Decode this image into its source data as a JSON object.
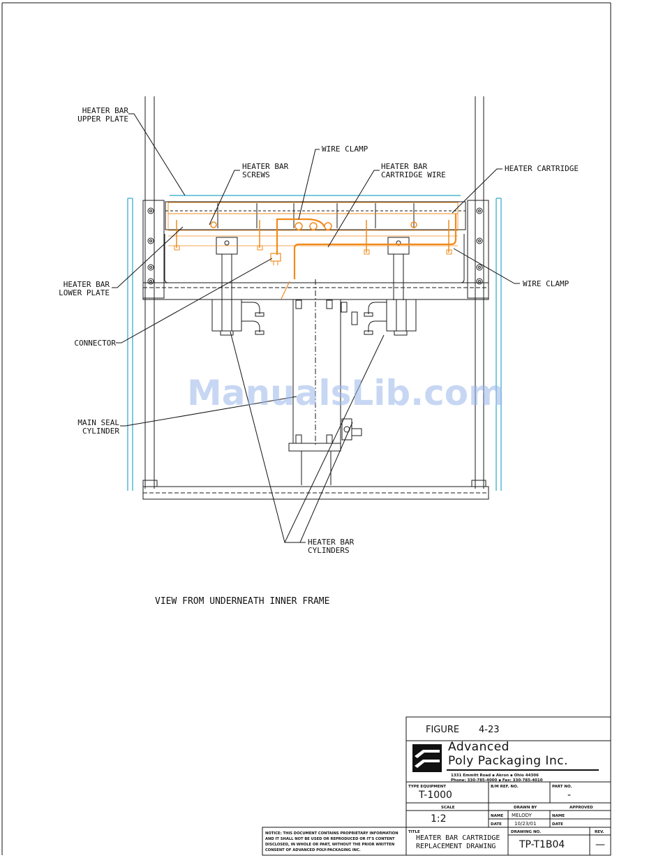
{
  "labels": {
    "upper_plate": [
      "HEATER BAR",
      "UPPER PLATE"
    ],
    "screws": [
      "HEATER BAR",
      "SCREWS"
    ],
    "wire_clamp_top": "WIRE CLAMP",
    "cartridge_wire": [
      "HEATER BAR",
      "CARTRIDGE WIRE"
    ],
    "heater_cartridge": "HEATER CARTRIDGE",
    "lower_plate": [
      "HEATER BAR",
      "LOWER PLATE"
    ],
    "wire_clamp_right": "WIRE CLAMP",
    "connector": "CONNECTOR",
    "main_seal": [
      "MAIN SEAL",
      "CYLINDER"
    ],
    "bar_cylinders": [
      "HEATER BAR",
      "CYLINDERS"
    ],
    "view": "VIEW FROM UNDERNEATH INNER FRAME"
  },
  "watermark": "ManualsLib.com",
  "title_block": {
    "figure_label": "FIGURE",
    "figure_number": "4-23",
    "company_line1": "Advanced",
    "company_line2": "Poly Packaging Inc.",
    "address": "1331 Emmitt Road  ▪  Akron  ▪  Ohio 44306",
    "phone": "Phone: 330-785-4000  ▪  Fax: 330-785-4010",
    "type_equipment_label": "TYPE EQUIPMENT",
    "type_equipment": "T-1000",
    "bm_ref_label": "B/M REF. NO.",
    "part_no_label": "PART NO.",
    "part_no": "-",
    "scale_label": "SCALE",
    "scale": "1:2",
    "drawn_by_label": "DRAWN BY",
    "approved_label": "APPROVED",
    "name_label": "NAME",
    "drawn_name": "MELODY",
    "date_label": "DATE",
    "drawn_date": "10/23/01",
    "title_label": "TITLE",
    "title_line1": "HEATER BAR CARTRIDGE",
    "title_line2": "REPLACEMENT DRAWING",
    "drawing_no_label": "DRAWING NO.",
    "drawing_no": "TP-T1B04",
    "rev_label": "REV.",
    "rev": "—"
  },
  "notice": [
    "NOTICE: THIS DOCUMENT CONTAINS PROPRIETARY INFORMATION",
    "AND IT SHALL NOT BE USED OR REPRODUCED OR IT'S CONTENT",
    "DISCLOSED, IN WHOLE OR PART, WITHOUT THE PRIOR WRITTEN",
    "CONSENT OF ADVANCED POLY-PACKAGING INC."
  ],
  "colors": {
    "line": "#1a1a1a",
    "highlight": "#f08a1c",
    "guard": "#29a8c8",
    "watermark": "#9ab8ea"
  }
}
